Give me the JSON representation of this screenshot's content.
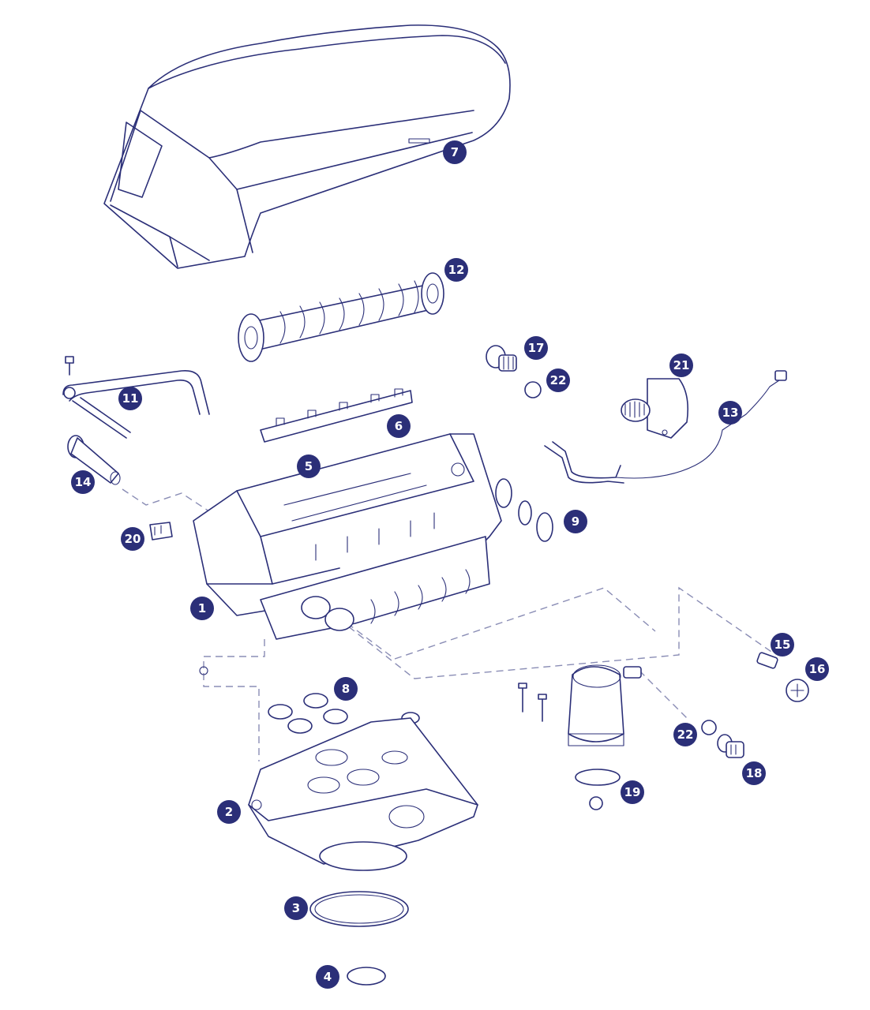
{
  "diagram": {
    "line_color": "#2b2f78",
    "badge_color": "#2b2f78",
    "callouts": [
      {
        "id": "7",
        "label": "7"
      },
      {
        "id": "12",
        "label": "12"
      },
      {
        "id": "17",
        "label": "17"
      },
      {
        "id": "22a",
        "label": "22"
      },
      {
        "id": "21",
        "label": "21"
      },
      {
        "id": "11",
        "label": "11"
      },
      {
        "id": "13",
        "label": "13"
      },
      {
        "id": "6",
        "label": "6"
      },
      {
        "id": "5",
        "label": "5"
      },
      {
        "id": "14",
        "label": "14"
      },
      {
        "id": "9",
        "label": "9"
      },
      {
        "id": "20",
        "label": "20"
      },
      {
        "id": "1",
        "label": "1"
      },
      {
        "id": "15",
        "label": "15"
      },
      {
        "id": "16",
        "label": "16"
      },
      {
        "id": "8",
        "label": "8"
      },
      {
        "id": "22b",
        "label": "22"
      },
      {
        "id": "18",
        "label": "18"
      },
      {
        "id": "2",
        "label": "2"
      },
      {
        "id": "19",
        "label": "19"
      },
      {
        "id": "3",
        "label": "3"
      },
      {
        "id": "4",
        "label": "4"
      }
    ]
  }
}
